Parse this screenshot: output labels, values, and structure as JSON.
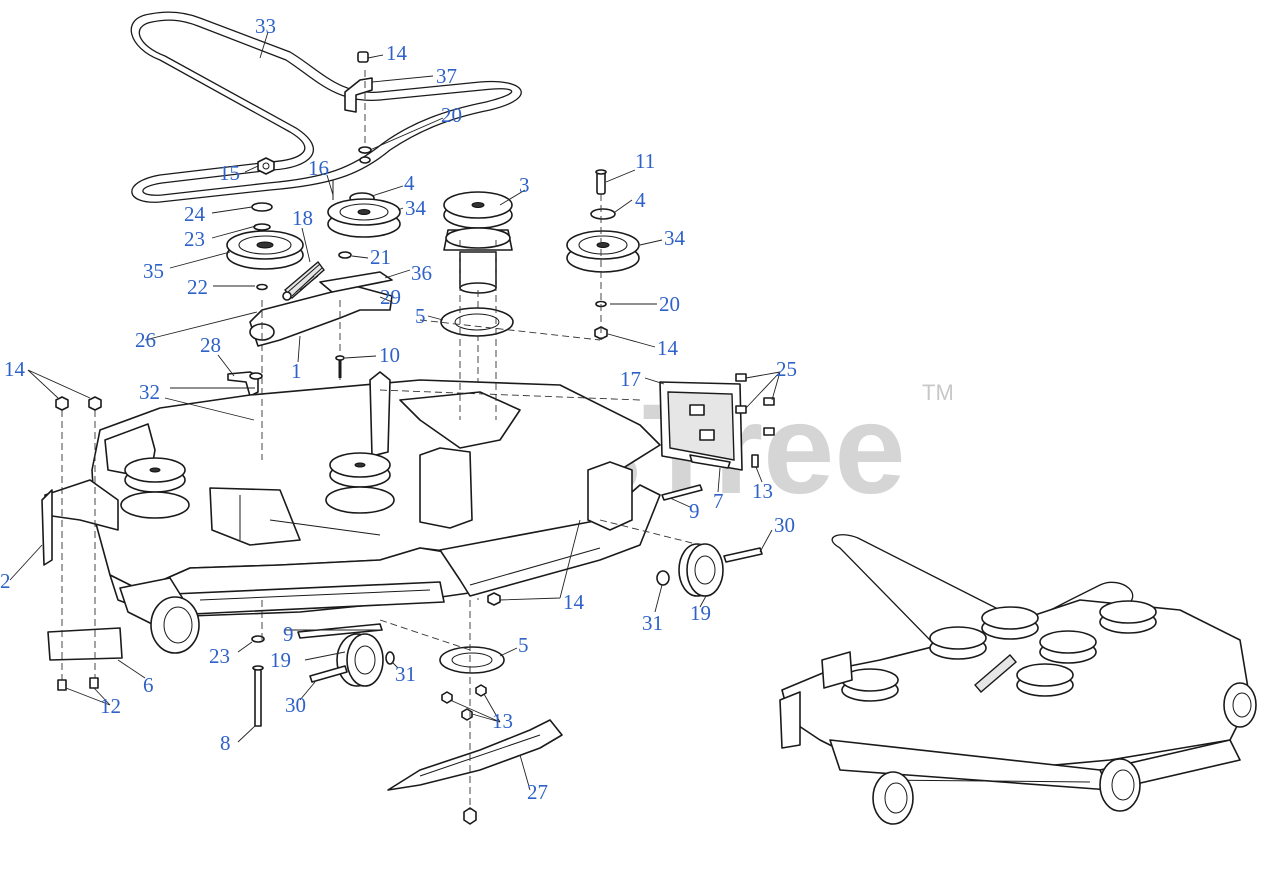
{
  "watermark": {
    "text": "PartsTree",
    "tm": "TM"
  },
  "callouts": [
    {
      "id": "c33",
      "text": "33"
    },
    {
      "id": "c14a",
      "text": "14"
    },
    {
      "id": "c37",
      "text": "37"
    },
    {
      "id": "c20a",
      "text": "20"
    },
    {
      "id": "c15",
      "text": "15"
    },
    {
      "id": "c16",
      "text": "16"
    },
    {
      "id": "c4a",
      "text": "4"
    },
    {
      "id": "c34a",
      "text": "34"
    },
    {
      "id": "c3",
      "text": "3"
    },
    {
      "id": "c11",
      "text": "11"
    },
    {
      "id": "c4b",
      "text": "4"
    },
    {
      "id": "c24",
      "text": "24"
    },
    {
      "id": "c23a",
      "text": "23"
    },
    {
      "id": "c18",
      "text": "18"
    },
    {
      "id": "c34b",
      "text": "34"
    },
    {
      "id": "c35",
      "text": "35"
    },
    {
      "id": "c21",
      "text": "21"
    },
    {
      "id": "c36",
      "text": "36"
    },
    {
      "id": "c22",
      "text": "22"
    },
    {
      "id": "c29",
      "text": "29"
    },
    {
      "id": "c20b",
      "text": "20"
    },
    {
      "id": "c5a",
      "text": "5"
    },
    {
      "id": "c26",
      "text": "26"
    },
    {
      "id": "c14b",
      "text": "14"
    },
    {
      "id": "c28",
      "text": "28"
    },
    {
      "id": "c10",
      "text": "10"
    },
    {
      "id": "c1",
      "text": "1"
    },
    {
      "id": "c14c",
      "text": "14"
    },
    {
      "id": "c17",
      "text": "17"
    },
    {
      "id": "c25",
      "text": "25"
    },
    {
      "id": "c32",
      "text": "32"
    },
    {
      "id": "c13a",
      "text": "13"
    },
    {
      "id": "c7",
      "text": "7"
    },
    {
      "id": "c9a",
      "text": "9"
    },
    {
      "id": "c30a",
      "text": "30"
    },
    {
      "id": "c2",
      "text": "2"
    },
    {
      "id": "c14d",
      "text": "14"
    },
    {
      "id": "c31a",
      "text": "31"
    },
    {
      "id": "c19a",
      "text": "19"
    },
    {
      "id": "c9b",
      "text": "9"
    },
    {
      "id": "c5b",
      "text": "5"
    },
    {
      "id": "c23b",
      "text": "23"
    },
    {
      "id": "c19b",
      "text": "19"
    },
    {
      "id": "c31b",
      "text": "31"
    },
    {
      "id": "c6",
      "text": "6"
    },
    {
      "id": "c30b",
      "text": "30"
    },
    {
      "id": "c12",
      "text": "12"
    },
    {
      "id": "c13b",
      "text": "13"
    },
    {
      "id": "c8",
      "text": "8"
    },
    {
      "id": "c27",
      "text": "27"
    }
  ],
  "colors": {
    "callout": "#2f62c8",
    "line": "#1a1a1a",
    "watermark": "#c8c8c8"
  }
}
